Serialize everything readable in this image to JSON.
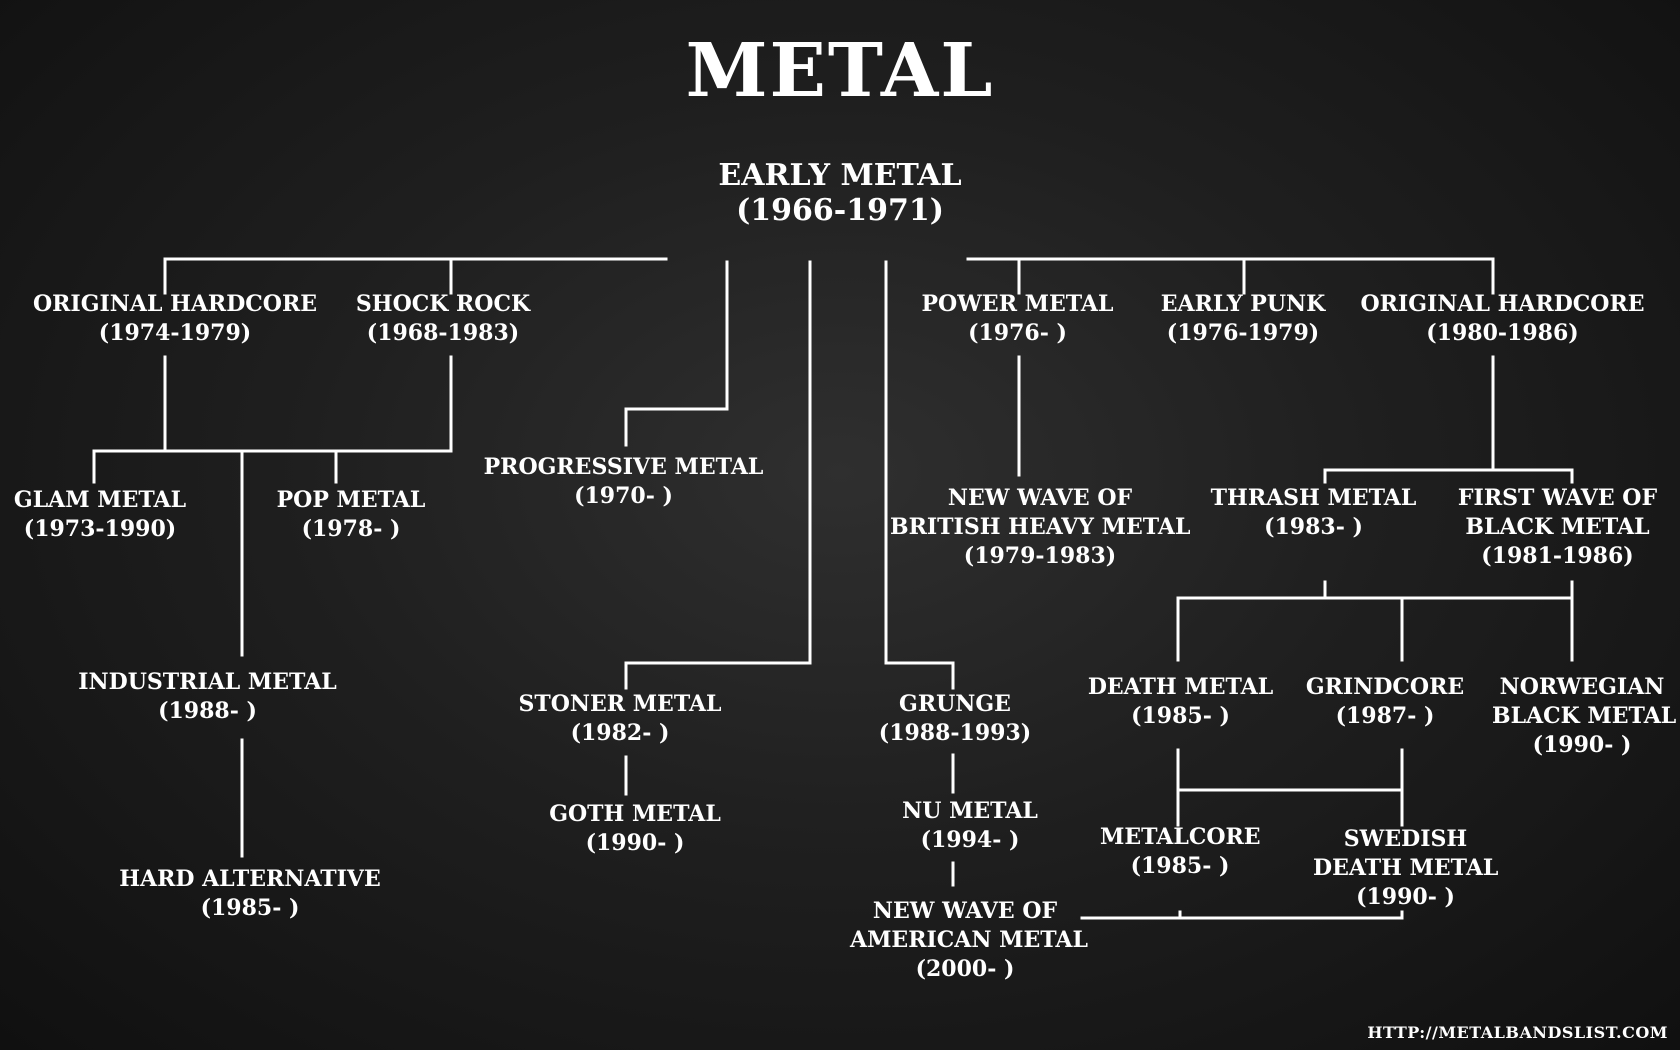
{
  "title": "METAL",
  "footer": "HTTP://METALBANDSLIST.COM",
  "colors": {
    "background": "#1c1c1c",
    "text": "#ffffff",
    "lines": "#ffffff"
  },
  "nodes": {
    "early_metal": {
      "name": "EARLY METAL",
      "years": "(1966-1971)"
    },
    "original_hardcore_1": {
      "name": "ORIGINAL HARDCORE",
      "years": "(1974-1979)"
    },
    "shock_rock": {
      "name": "SHOCK ROCK",
      "years": "(1968-1983)"
    },
    "power_metal": {
      "name": "POWER METAL",
      "years": "(1976- )"
    },
    "early_punk": {
      "name": "EARLY PUNK",
      "years": "(1976-1979)"
    },
    "original_hardcore_2": {
      "name": "ORIGINAL HARDCORE",
      "years": "(1980-1986)"
    },
    "glam_metal": {
      "name": "GLAM METAL",
      "years": "(1973-1990)"
    },
    "pop_metal": {
      "name": "POP METAL",
      "years": "(1978- )"
    },
    "progressive_metal": {
      "name": "PROGRESSIVE METAL",
      "years": "(1970- )"
    },
    "nwobhm": {
      "name": "NEW WAVE OF BRITISH HEAVY METAL",
      "name_lines": [
        "NEW WAVE OF",
        "BRITISH HEAVY METAL"
      ],
      "years": "(1979-1983)"
    },
    "thrash_metal": {
      "name": "THRASH METAL",
      "years": "(1983- )"
    },
    "first_wave_black_metal": {
      "name": "FIRST WAVE OF BLACK METAL",
      "name_lines": [
        "FIRST WAVE OF",
        "BLACK METAL"
      ],
      "years": "(1981-1986)"
    },
    "industrial_metal": {
      "name": "INDUSTRIAL METAL",
      "years": "(1988- )"
    },
    "stoner_metal": {
      "name": "STONER METAL",
      "years": "(1982- )"
    },
    "grunge": {
      "name": "GRUNGE",
      "years": "(1988-1993)"
    },
    "death_metal": {
      "name": "DEATH METAL",
      "years": "(1985- )"
    },
    "grindcore": {
      "name": "GRINDCORE",
      "years": "(1987- )"
    },
    "norwegian_black_metal": {
      "name": "NORWEGIAN BLACK METAL",
      "name_lines": [
        "NORWEGIAN",
        "BLACK METAL"
      ],
      "years": "(1990- )"
    },
    "goth_metal": {
      "name": "GOTH METAL",
      "years": "(1990- )"
    },
    "nu_metal": {
      "name": "NU METAL",
      "years": "(1994- )"
    },
    "metalcore": {
      "name": "METALCORE",
      "years": "(1985- )"
    },
    "swedish_death_metal": {
      "name": "SWEDISH DEATH METAL",
      "name_lines": [
        "SWEDISH",
        "DEATH METAL"
      ],
      "years": "(1990- )"
    },
    "hard_alternative": {
      "name": "HARD ALTERNATIVE",
      "years": "(1985- )"
    },
    "nwoam": {
      "name": "NEW WAVE OF AMERICAN METAL",
      "name_lines": [
        "NEW WAVE OF",
        "AMERICAN METAL"
      ],
      "years": "(2000- )"
    }
  },
  "edges": [
    [
      "early_metal",
      "original_hardcore_1"
    ],
    [
      "early_metal",
      "shock_rock"
    ],
    [
      "early_metal",
      "progressive_metal"
    ],
    [
      "early_metal",
      "stoner_metal"
    ],
    [
      "early_metal",
      "grunge"
    ],
    [
      "early_metal",
      "power_metal"
    ],
    [
      "early_metal",
      "early_punk"
    ],
    [
      "early_metal",
      "original_hardcore_2"
    ],
    [
      "original_hardcore_1",
      "glam_metal"
    ],
    [
      "original_hardcore_1",
      "pop_metal"
    ],
    [
      "original_hardcore_1",
      "industrial_metal"
    ],
    [
      "shock_rock",
      "glam_metal"
    ],
    [
      "shock_rock",
      "pop_metal"
    ],
    [
      "shock_rock",
      "industrial_metal"
    ],
    [
      "industrial_metal",
      "hard_alternative"
    ],
    [
      "stoner_metal",
      "goth_metal"
    ],
    [
      "grunge",
      "nu_metal"
    ],
    [
      "nu_metal",
      "nwoam"
    ],
    [
      "power_metal",
      "nwobhm"
    ],
    [
      "original_hardcore_2",
      "thrash_metal"
    ],
    [
      "original_hardcore_2",
      "first_wave_black_metal"
    ],
    [
      "thrash_metal",
      "death_metal"
    ],
    [
      "thrash_metal",
      "grindcore"
    ],
    [
      "thrash_metal",
      "norwegian_black_metal"
    ],
    [
      "first_wave_black_metal",
      "death_metal"
    ],
    [
      "first_wave_black_metal",
      "grindcore"
    ],
    [
      "first_wave_black_metal",
      "norwegian_black_metal"
    ],
    [
      "death_metal",
      "metalcore"
    ],
    [
      "death_metal",
      "swedish_death_metal"
    ],
    [
      "grindcore",
      "metalcore"
    ],
    [
      "grindcore",
      "swedish_death_metal"
    ],
    [
      "metalcore",
      "nwoam"
    ],
    [
      "swedish_death_metal",
      "nwoam"
    ]
  ]
}
